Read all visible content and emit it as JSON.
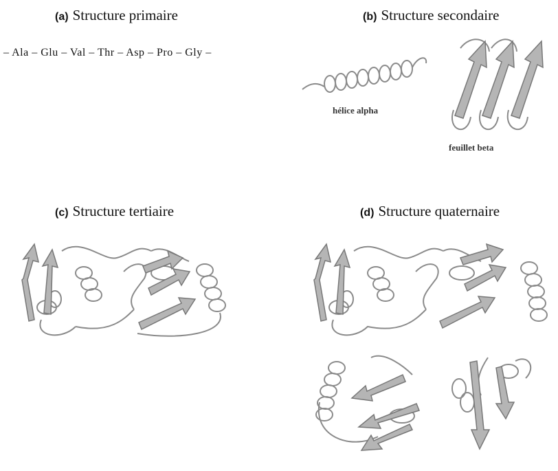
{
  "panels": [
    {
      "letter": "(a)",
      "title": "Structure primaire"
    },
    {
      "letter": "(b)",
      "title": "Structure secondaire"
    },
    {
      "letter": "(c)",
      "title": "Structure tertiaire"
    },
    {
      "letter": "(d)",
      "title": "Structure quaternaire"
    }
  ],
  "sequence": "– Ala – Glu – Val – Thr – Asp – Pro – Gly –",
  "labels": {
    "alpha_helix": "hélice alpha",
    "beta_sheet": "feuillet beta"
  },
  "colors": {
    "arrow_fill": "#b5b5b5",
    "arrow_stroke": "#777777",
    "coil": "#8a8a8a"
  }
}
